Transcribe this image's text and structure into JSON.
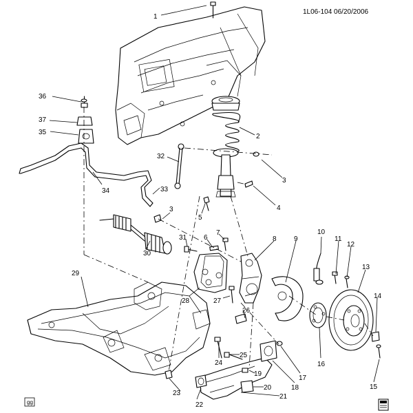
{
  "header": {
    "reference": "1L06-104 06/20/2006"
  },
  "footer": {
    "badge": "gg"
  },
  "callouts": [
    {
      "number": "1"
    },
    {
      "number": "2"
    },
    {
      "number": "3"
    },
    {
      "number": "4"
    },
    {
      "number": "5"
    },
    {
      "number": "3"
    },
    {
      "number": "6"
    },
    {
      "number": "7"
    },
    {
      "number": "8"
    },
    {
      "number": "9"
    },
    {
      "number": "10"
    },
    {
      "number": "11"
    },
    {
      "number": "12"
    },
    {
      "number": "13"
    },
    {
      "number": "14"
    },
    {
      "number": "15"
    },
    {
      "number": "16"
    },
    {
      "number": "17"
    },
    {
      "number": "18"
    },
    {
      "number": "19"
    },
    {
      "number": "20"
    },
    {
      "number": "21"
    },
    {
      "number": "22"
    },
    {
      "number": "23"
    },
    {
      "number": "24"
    },
    {
      "number": "25"
    },
    {
      "number": "26"
    },
    {
      "number": "27"
    },
    {
      "number": "28"
    },
    {
      "number": "29"
    },
    {
      "number": "30"
    },
    {
      "number": "31"
    },
    {
      "number": "32"
    },
    {
      "number": "33"
    },
    {
      "number": "34"
    },
    {
      "number": "35"
    },
    {
      "number": "36"
    },
    {
      "number": "37"
    }
  ]
}
